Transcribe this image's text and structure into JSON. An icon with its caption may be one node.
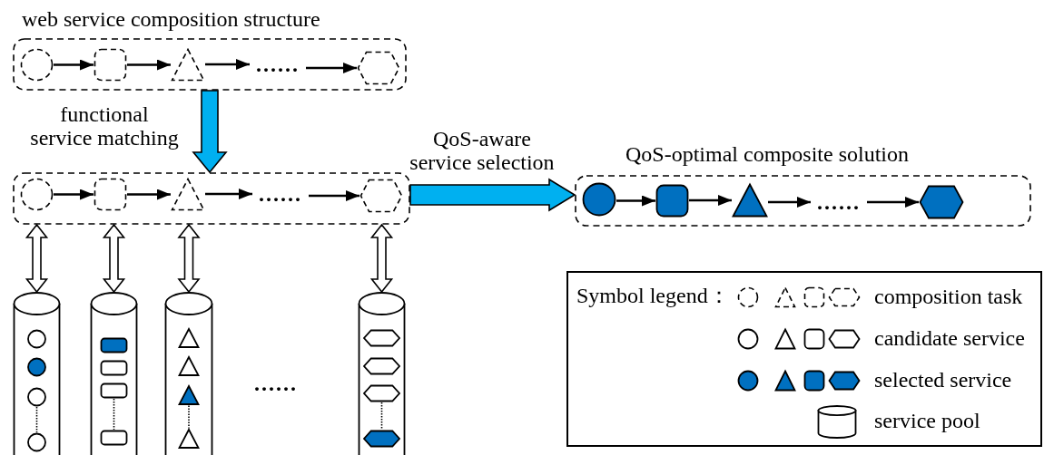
{
  "diagram": {
    "nodes": [
      {
        "text": [
          "web service composition structure"
        ]
      },
      {
        "text": [],
        "shape": "circle",
        "in": 0
      },
      {
        "text": [],
        "shape": "box",
        "in": 0
      },
      {
        "text": [],
        "shape": "triangle",
        "in": 0
      },
      {
        "text": [
          "......"
        ],
        "in": 0
      },
      {
        "text": [],
        "shape": "hexagon",
        "in": 0
      },
      {
        "text": [],
        "shape": "box"
      },
      {
        "text": [],
        "shape": "circle",
        "in": 6
      },
      {
        "text": [],
        "shape": "box",
        "in": 6
      },
      {
        "text": [],
        "shape": "triangle",
        "in": 6
      },
      {
        "text": [
          "......"
        ],
        "in": 6
      },
      {
        "text": [],
        "shape": "hexagon",
        "in": 6
      },
      {
        "text": [
          "QoS-optimal composite solution"
        ]
      },
      {
        "text": [],
        "shape": "circle",
        "in": 12
      },
      {
        "text": [],
        "shape": "box",
        "in": 12
      },
      {
        "text": [],
        "shape": "triangle",
        "in": 12
      },
      {
        "text": [
          "......"
        ],
        "in": 12
      },
      {
        "text": [],
        "shape": "hexagon",
        "in": 12
      },
      {
        "text": [],
        "shape": "cylinder"
      },
      {
        "text": [],
        "shape": "cylinder"
      },
      {
        "text": [],
        "shape": "cylinder"
      },
      {
        "text": [],
        "shape": "cylinder"
      }
    ],
    "edges": [
      {
        "from": 1,
        "to": 2,
        "arrow": "to"
      },
      {
        "from": 2,
        "to": 3,
        "arrow": "to"
      },
      {
        "from": 3,
        "to": 4,
        "arrow": "to"
      },
      {
        "from": 4,
        "to": 5,
        "arrow": "to"
      },
      {
        "from": 0,
        "to": 6,
        "arrow": "to",
        "label": "functional service matching",
        "style": "thick",
        "color": "#00b0f0"
      },
      {
        "from": 7,
        "to": 8,
        "arrow": "to"
      },
      {
        "from": 8,
        "to": 9,
        "arrow": "to"
      },
      {
        "from": 9,
        "to": 10,
        "arrow": "to"
      },
      {
        "from": 10,
        "to": 11,
        "arrow": "to"
      },
      {
        "from": 6,
        "to": 12,
        "arrow": "to",
        "label": "QoS-aware service selection",
        "style": "thick",
        "color": "#00b0f0"
      },
      {
        "from": 13,
        "to": 14,
        "arrow": "to"
      },
      {
        "from": 14,
        "to": 15,
        "arrow": "to"
      },
      {
        "from": 15,
        "to": 16,
        "arrow": "to"
      },
      {
        "from": 16,
        "to": 17,
        "arrow": "to"
      },
      {
        "from": 6,
        "to": 18,
        "arrow": "both",
        "style": "thick"
      },
      {
        "from": 6,
        "to": 19,
        "arrow": "both",
        "style": "thick"
      },
      {
        "from": 6,
        "to": 20,
        "arrow": "both",
        "style": "thick"
      },
      {
        "from": 6,
        "to": 21,
        "arrow": "both",
        "style": "thick"
      }
    ],
    "labels": [
      "Symbol legend：",
      "......"
    ],
    "legend": [
      {
        "text": "composition task"
      },
      {
        "text": "candidate service"
      },
      {
        "text": "selected service"
      },
      {
        "text": "service pool"
      }
    ]
  }
}
